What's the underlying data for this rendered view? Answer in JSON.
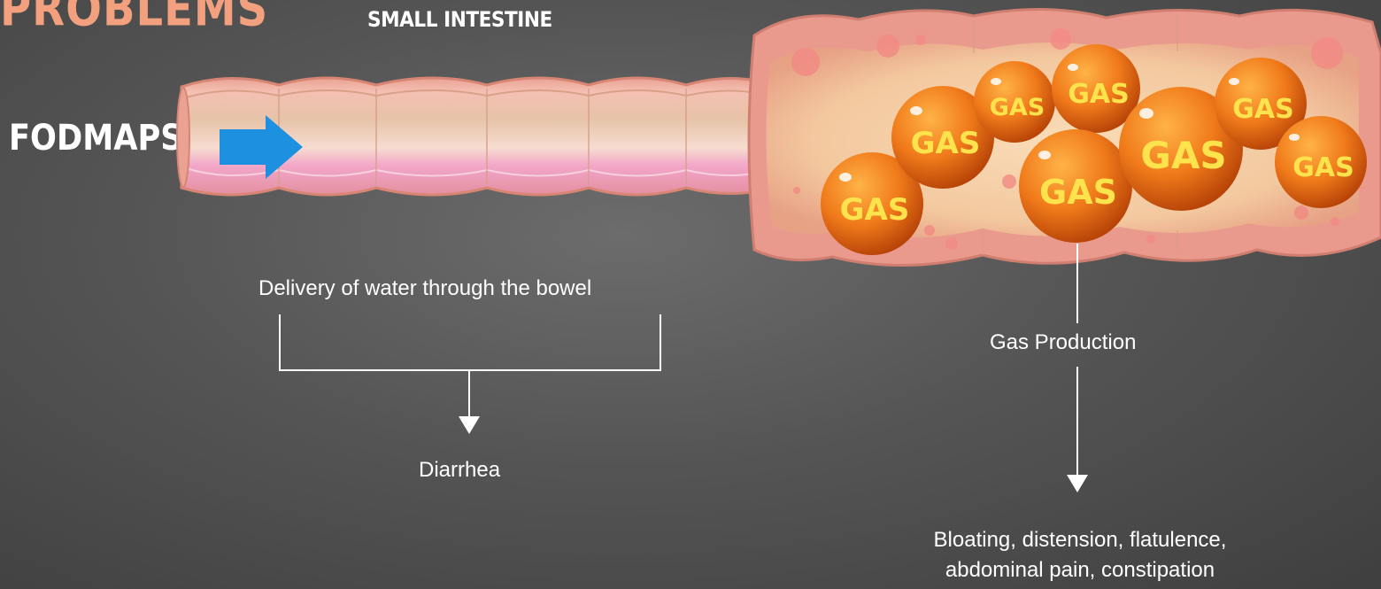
{
  "heading": "PROBLEMS",
  "small_intestine_label": "SMALL INTESTINE",
  "fodmaps_label": "FODMAPS",
  "delivery_label": "Delivery of water through the bowel",
  "diarrhea_label": "Diarrhea",
  "gas_production_label": "Gas Production",
  "symptoms_line1": "Bloating, distension, flatulence,",
  "symptoms_line2": "abdominal pain, constipation",
  "gas_bubble_label": "GAS",
  "colors": {
    "background": "#555555",
    "intestine_wall": "#e89a8f",
    "intestine_lining": "#f6c9c0",
    "arrow": "#1e90e0",
    "gas_bubble": "#f07a1a",
    "gas_text": "#ffe34d",
    "heading": "#f3a07f"
  }
}
